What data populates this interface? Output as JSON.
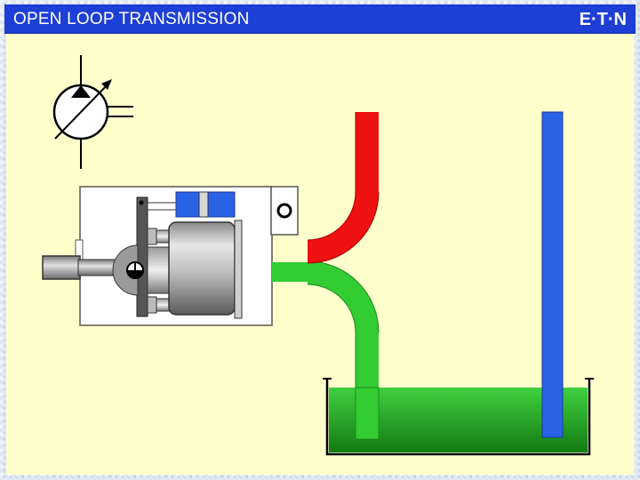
{
  "header": {
    "title": "OPEN LOOP TRANSMISSION",
    "logo_text": "E·T·N"
  },
  "colors": {
    "title_bar": "#1d3fd6",
    "panel": "#ffffcc",
    "pressure_line": "#ee1111",
    "suction_line": "#33cc33",
    "return_line": "#2a62e6",
    "fluid": "#2fb52f"
  },
  "icons": [
    "variable-displacement-pump-symbol",
    "rotating-group",
    "reservoir"
  ]
}
